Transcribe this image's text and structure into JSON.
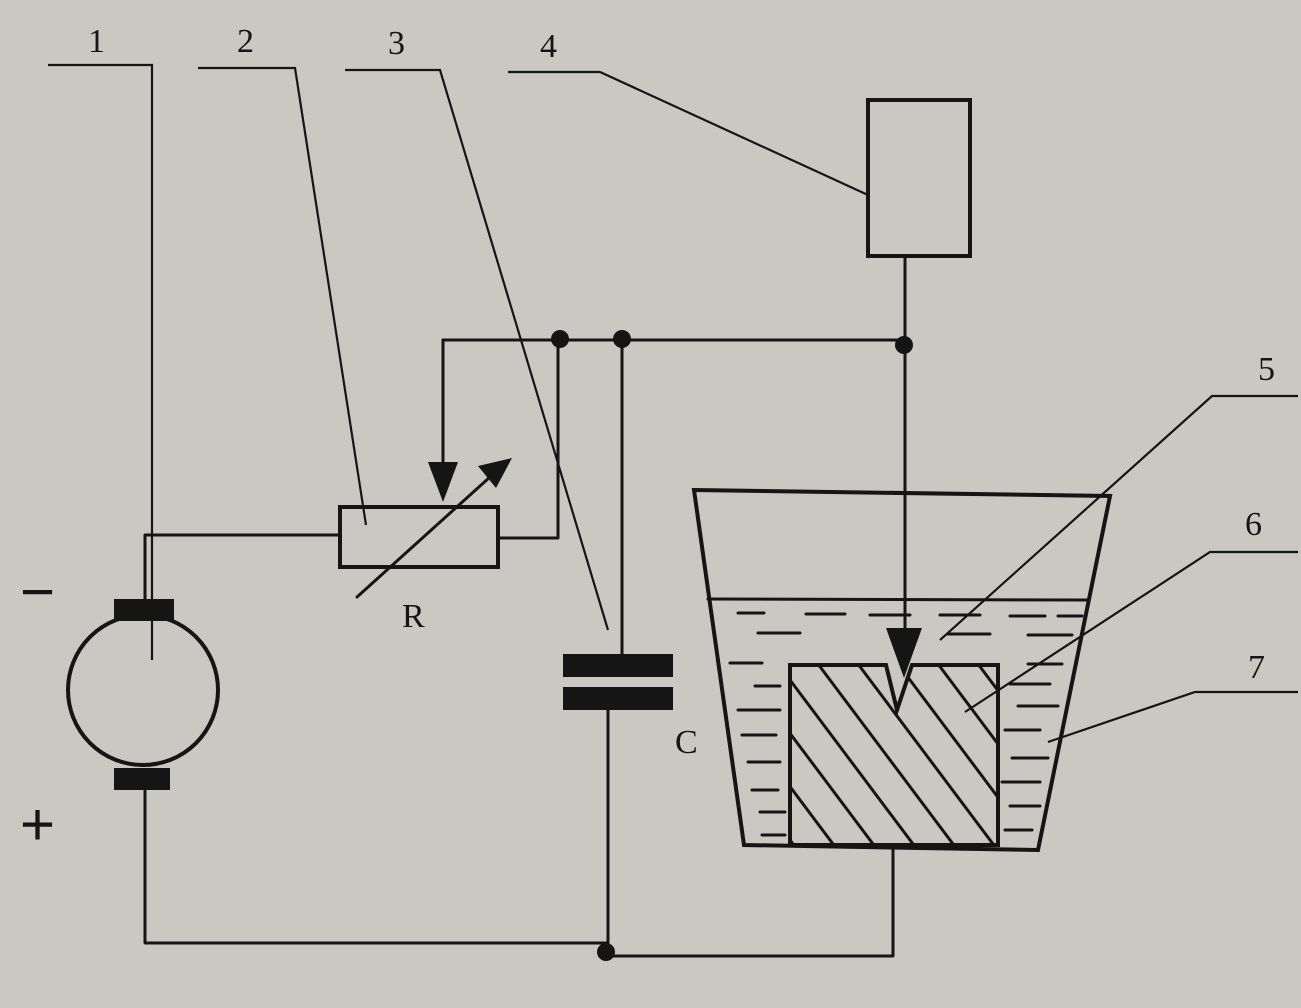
{
  "labels": {
    "n1": "1",
    "n2": "2",
    "n3": "3",
    "n4": "4",
    "n5": "5",
    "n6": "6",
    "n7": "7",
    "resistor": "R",
    "capacitor": "C",
    "minus": "−",
    "plus": "+"
  },
  "colors": {
    "background": "#c9c8c3",
    "ink": "#151515"
  }
}
